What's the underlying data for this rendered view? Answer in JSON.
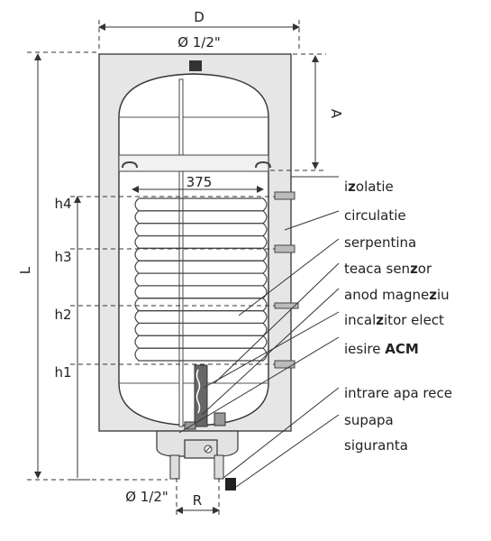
{
  "dimensions": {
    "width_label": "D",
    "top_pipe": "Ø 1/2\"",
    "bottom_pipe": "Ø 1/2\"",
    "a_label": "A",
    "l_label": "L",
    "r_label": "R",
    "coil_width": "375",
    "heights": [
      "h4",
      "h3",
      "h2",
      "h1"
    ]
  },
  "callouts": [
    {
      "pre": "i",
      "bold": "z",
      "post": "olatie"
    },
    {
      "pre": "circulatie",
      "bold": "",
      "post": ""
    },
    {
      "pre": "serpentina",
      "bold": "",
      "post": ""
    },
    {
      "pre": "teaca sen",
      "bold": "z",
      "post": "or"
    },
    {
      "pre": "anod magne",
      "bold": "z",
      "post": "iu"
    },
    {
      "pre": "incal",
      "bold": "z",
      "post": "itor elect"
    },
    {
      "pre": "iesire ",
      "bold": "ACM",
      "post": ""
    },
    {
      "pre": "intrare apa rece",
      "bold": "",
      "post": ""
    },
    {
      "pre": "supapa",
      "bold": "",
      "post": ""
    },
    {
      "pre": "siguranta",
      "bold": "",
      "post": ""
    }
  ],
  "colors": {
    "insulation": "#e6e6e6",
    "tank": "#ffffff",
    "line": "#333333"
  }
}
